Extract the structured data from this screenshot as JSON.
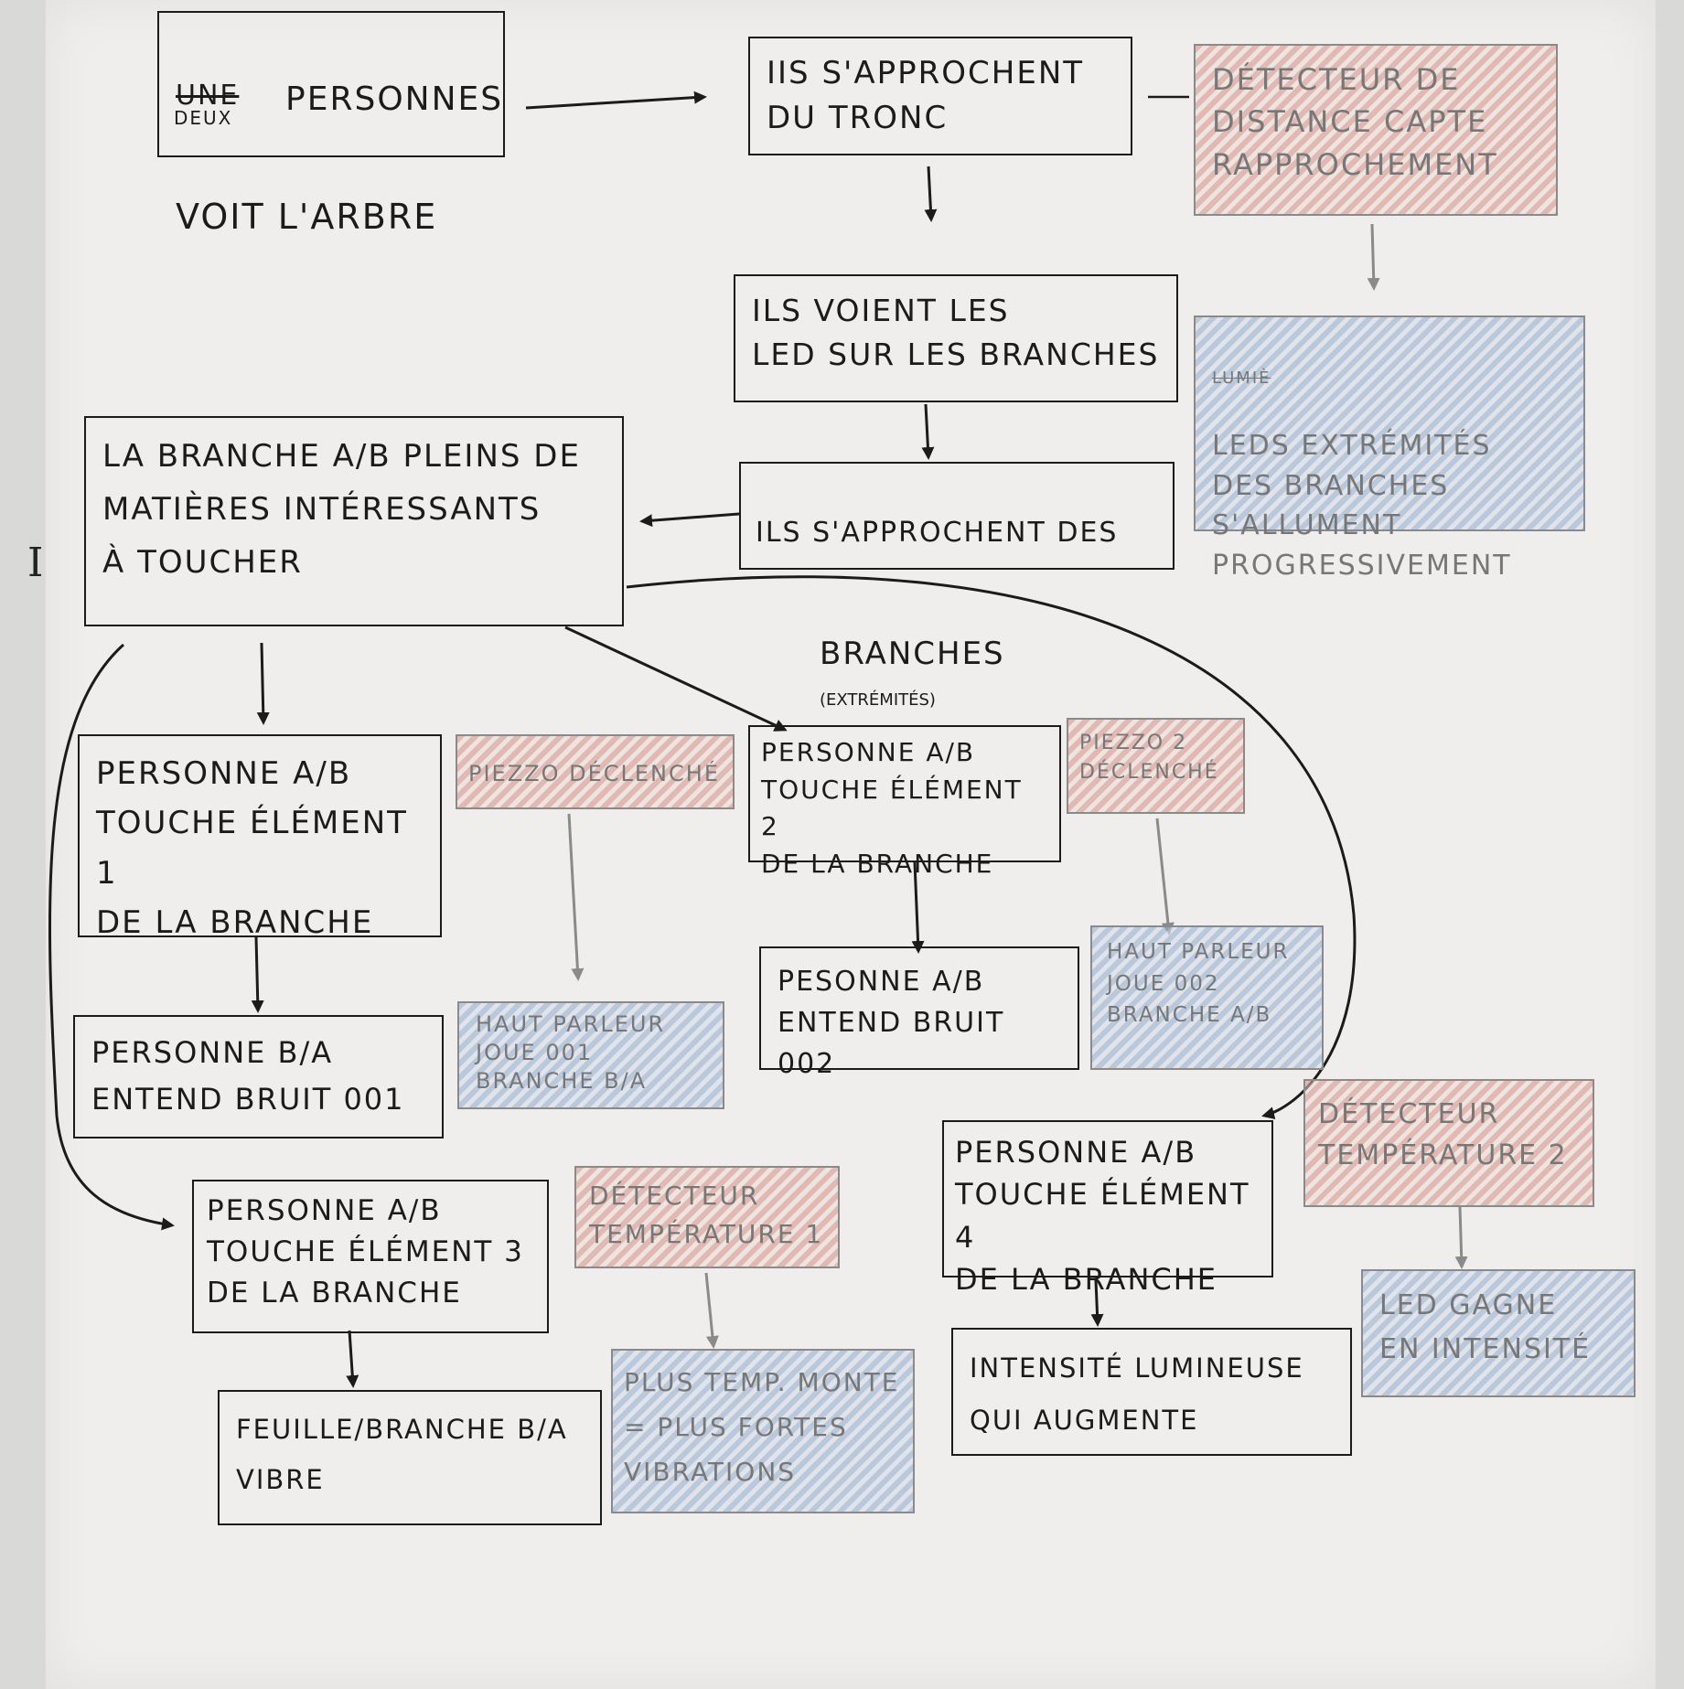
{
  "nodes": {
    "n_start_strike": "UNE",
    "n_start_insert": "DEUX",
    "n_start_l1": "PERSONNES",
    "n_start_l2": "VOIT L'ARBRE",
    "n_approach": "IIS S'APPROCHENT\nDU TRONC",
    "n_dist_sensor": "DÉTECTEUR DE\nDISTANCE CAPTE\nRAPPROCHEMENT",
    "n_see_led": "ILS VOIENT LES\nLED SUR LES BRANCHES",
    "n_led_ext_strike": "LUMIÈ",
    "n_led_ext": "LEDS EXTRÉMITÉS\nDES BRANCHES\nS'ALLUMENT\nPROGRESSIVEMENT",
    "n_approach_branches_l1": "ILS S'APPROCHENT DES",
    "n_approach_branches_l2": "BRANCHES",
    "n_approach_branches_l3": "(EXTRÉMITÉS)",
    "n_branch_materials": "LA BRANCHE A/B PLEINS DE\nMATIÈRES INTÉRESSANTS\nÀ TOUCHER",
    "n_touch1": "PERSONNE A/B\nTOUCHE ÉLÉMENT 1\nDE LA BRANCHE",
    "n_piezo1": "PIEZZO DÉCLENCHÉ",
    "n_hear1": "PERSONNE B/A\nENTEND BRUIT 001",
    "n_speaker1": "HAUT PARLEUR\nJOUE 001\nBRANCHE B/A",
    "n_touch2": "PERSONNE A/B\nTOUCHE ÉLÉMENT 2\nDE LA BRANCHE",
    "n_piezo2": "PIEZZO 2\nDÉCLENCHÉ",
    "n_hear2": "PESONNE A/B\nENTEND BRUIT 002",
    "n_speaker2": "HAUT PARLEUR\nJOUE 002\nBRANCHE A/B",
    "n_touch3": "PERSONNE A/B\nTOUCHE ÉLÉMENT 3\nDE LA BRANCHE",
    "n_temp1": "DÉTECTEUR\nTEMPÉRATURE 1",
    "n_vibrate": "FEUILLE/BRANCHE B/A\nVIBRE",
    "n_vib_rule": "PLUS TEMP. MONTE\n= PLUS FORTES\nVIBRATIONS",
    "n_touch4": "PERSONNE A/B\nTOUCHE ÉLÉMENT 4\nDE LA BRANCHE",
    "n_temp2": "DÉTECTEUR\nTEMPÉRATURE 2",
    "n_intensity": "INTENSITÉ LUMINEUSE\nQUI AUGMENTE",
    "n_led_gain": "LED GAGNE\nEN INTENSITÉ"
  },
  "margin_mark": "I",
  "colors": {
    "ink": "#1b1b1b",
    "pencil": "#8a8a8a",
    "red_fill": "#d68c82",
    "blue_fill": "#96afd2"
  }
}
